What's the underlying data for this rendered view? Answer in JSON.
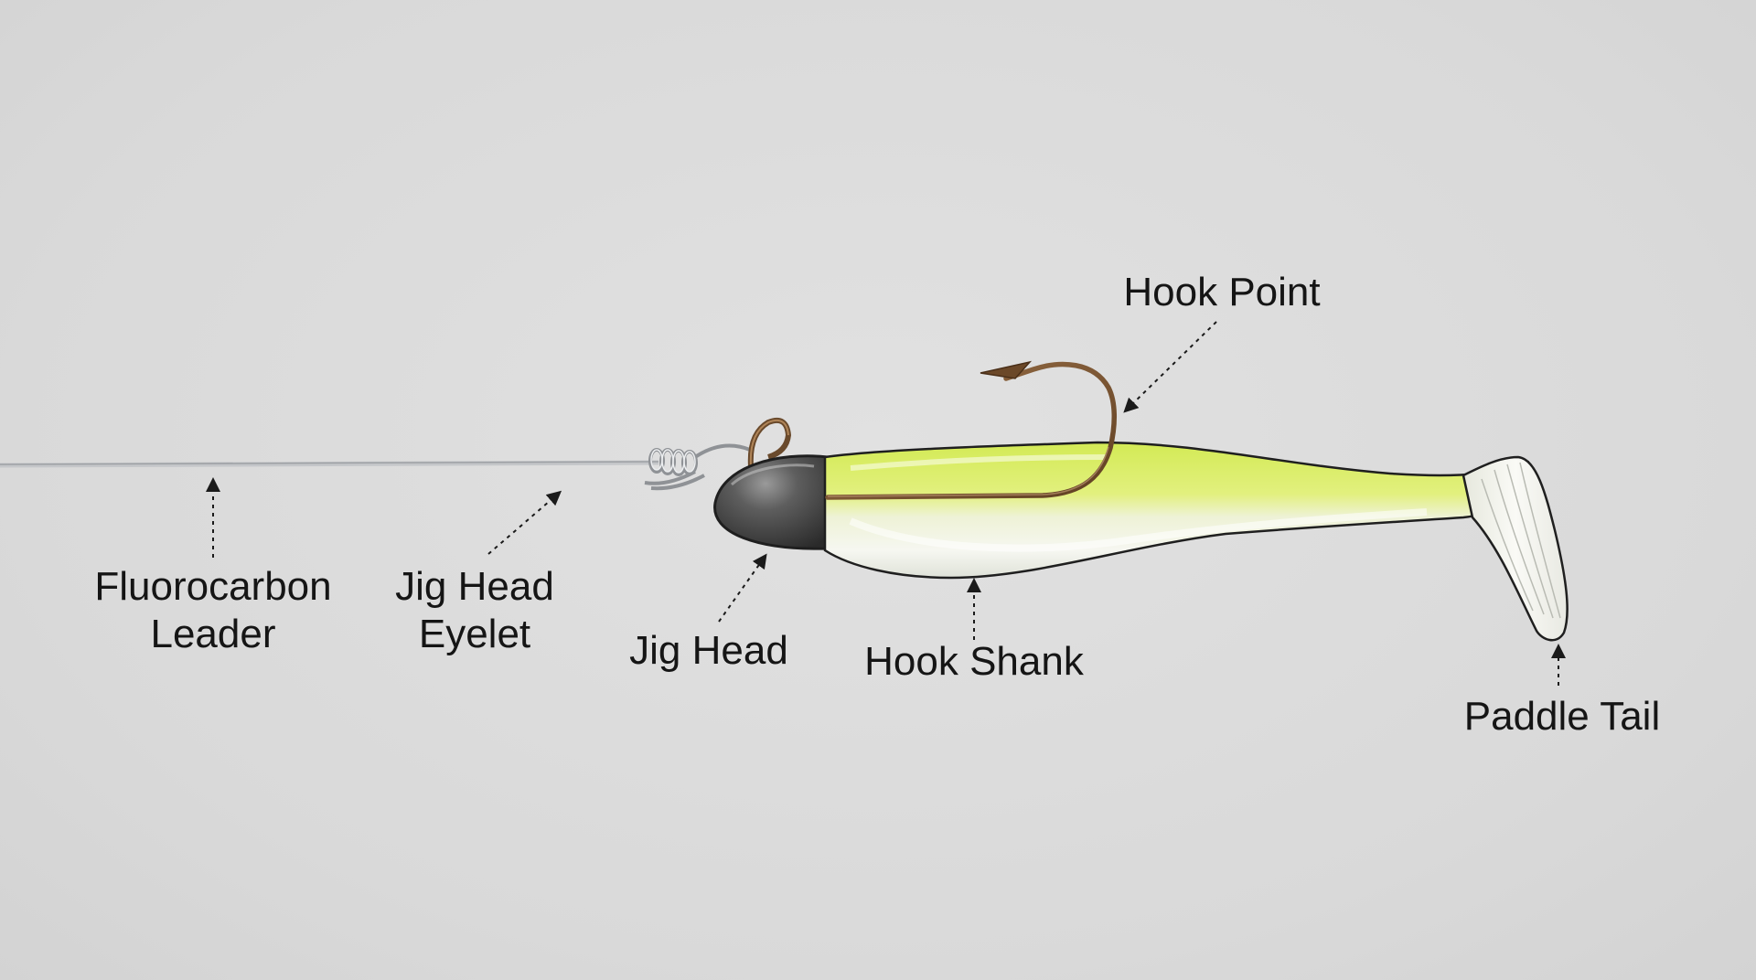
{
  "labels": {
    "fluorocarbon_leader": [
      "Fluorocarbon",
      "Leader"
    ],
    "jig_head_eyelet": [
      "Jig Head",
      "Eyelet"
    ],
    "jig_head": "Jig Head",
    "hook_shank": "Hook Shank",
    "hook_point": "Hook Point",
    "paddle_tail": "Paddle Tail"
  },
  "colors": {
    "background": "#dcdcdc",
    "body_chartreuse": "#d8ec5a",
    "body_pearl": "#f4f5ef",
    "jig_head_lead": "#4a4a4a",
    "hook_bronze": "#7b5634",
    "leader_line": "#b9bcc0",
    "label_text": "#151515"
  }
}
